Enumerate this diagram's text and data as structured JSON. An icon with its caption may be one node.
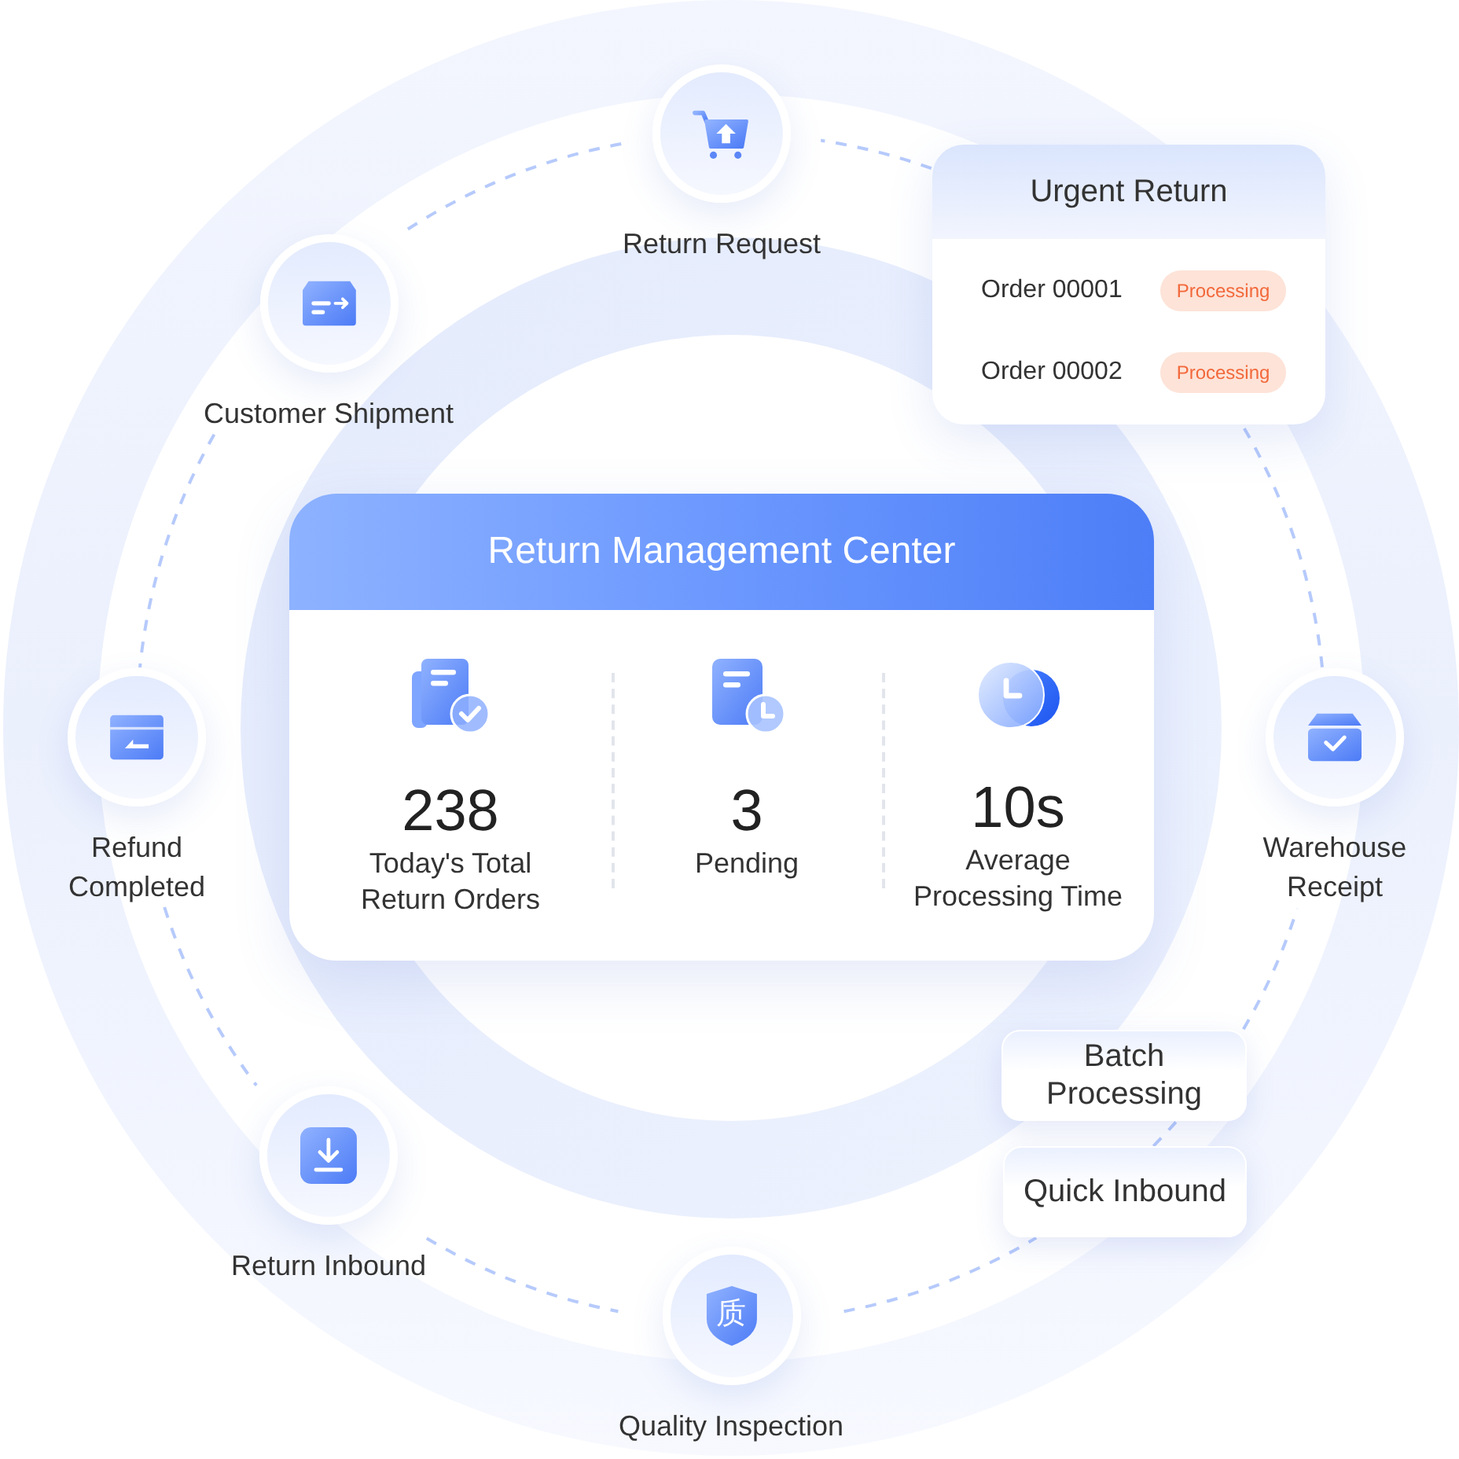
{
  "diagram": {
    "nodes": [
      {
        "text": [
          "Return Request"
        ]
      },
      {
        "text": [
          "Urgent Return",
          "Order 00001",
          "Order 00002"
        ]
      },
      {
        "text": [
          "Processing"
        ],
        "in": 1
      },
      {
        "text": [
          "Processing"
        ],
        "in": 1
      },
      {
        "text": [
          "Customer Shipment"
        ]
      },
      {
        "text": [
          "Return Management Center",
          "238",
          "Today's Total Return Orders",
          "3",
          "Pending",
          "10s",
          "Average Processing Time"
        ]
      },
      {
        "text": [
          "Refund Completed"
        ]
      },
      {
        "text": [
          "Warehouse Receipt"
        ]
      },
      {
        "text": [
          "Batch Processing"
        ]
      },
      {
        "text": [
          "Quick Inbound"
        ]
      },
      {
        "text": [
          "Return Inbound"
        ]
      },
      {
        "text": [
          "质",
          "Quality Inspection"
        ]
      }
    ],
    "edges": [
      {
        "from": 0,
        "to": 4,
        "arrow": "none",
        "style": "dashed"
      },
      {
        "from": 4,
        "to": 6,
        "arrow": "none",
        "style": "dashed"
      },
      {
        "from": 6,
        "to": 10,
        "arrow": "none",
        "style": "dashed"
      },
      {
        "from": 10,
        "to": 11,
        "arrow": "none",
        "style": "dashed"
      },
      {
        "from": 11,
        "to": 9,
        "arrow": "none",
        "style": "dashed"
      },
      {
        "from": 9,
        "to": 8,
        "arrow": "none",
        "style": "dashed"
      },
      {
        "from": 8,
        "to": 7,
        "arrow": "none",
        "style": "dashed"
      },
      {
        "from": 7,
        "to": 1,
        "arrow": "none",
        "style": "dashed"
      },
      {
        "from": 1,
        "to": 0,
        "arrow": "none",
        "style": "dashed"
      }
    ]
  }
}
